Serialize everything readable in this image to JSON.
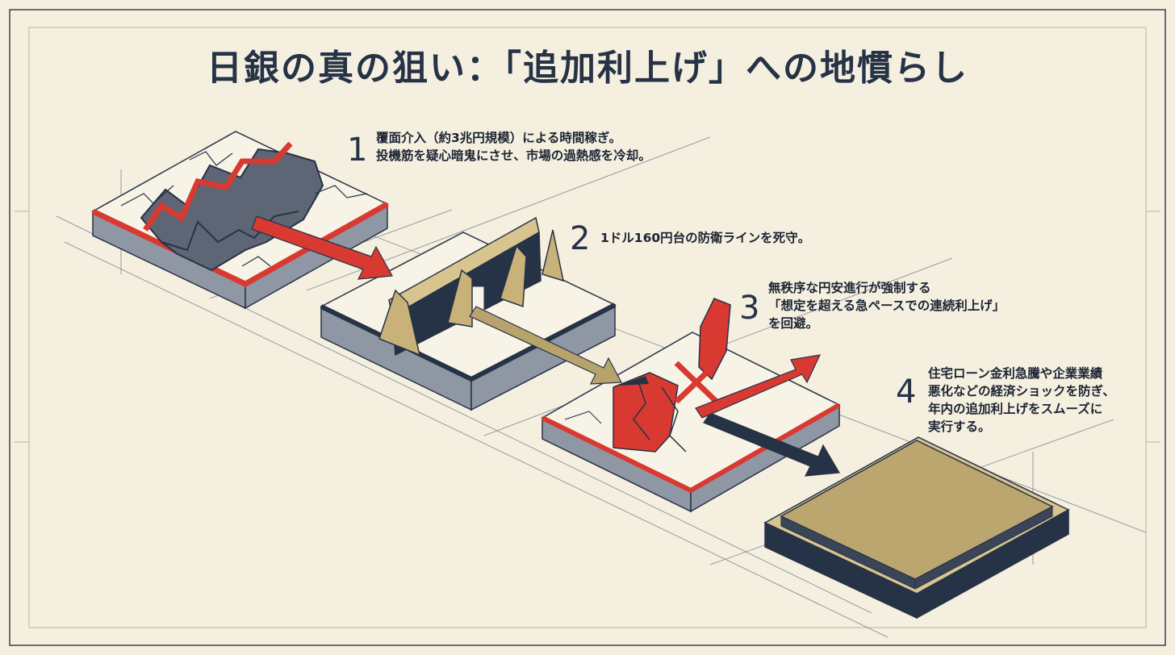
{
  "title": "日銀の真の狙い：「追加利上げ」への地慣らし",
  "steps": [
    {
      "number": "1",
      "text": "覆面介入（約3兆円規模）による時間稼ぎ。\n投機筋を疑心暗鬼にさせ、市場の過熱感を冷却。"
    },
    {
      "number": "2",
      "text": "1ドル160円台の防衛ラインを死守。"
    },
    {
      "number": "3",
      "text": "無秩序な円安進行が強制する\n「想定を超える急ペースでの連続利上げ」\nを回避。"
    },
    {
      "number": "4",
      "text": "住宅ローン金利急騰や企業業績\n悪化などの経済ショックを防ぎ、\n年内の追加利上げをスムーズに\n実行する。"
    }
  ],
  "colors": {
    "background": "#f4efdf",
    "navy": "#263246",
    "red": "#d83a31",
    "gold": "#b9a36d",
    "slab_side": "#8f97a4"
  }
}
